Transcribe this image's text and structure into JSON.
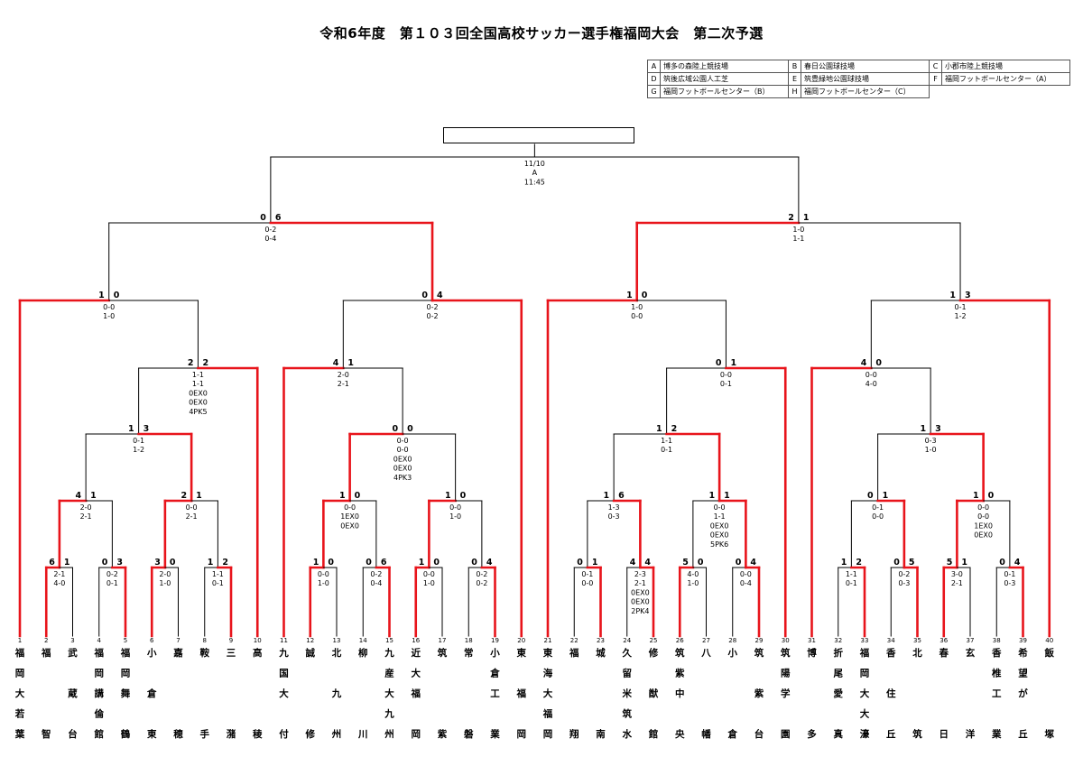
{
  "title": "令和6年度　第１０３回全国高校サッカー選手権福岡大会　第二次予選",
  "venues": [
    {
      "code": "A",
      "name": "博多の森陸上競技場"
    },
    {
      "code": "B",
      "name": "春日公園球技場"
    },
    {
      "code": "C",
      "name": "小郡市陸上競技場"
    },
    {
      "code": "D",
      "name": "筑後広域公園人工芝"
    },
    {
      "code": "E",
      "name": "筑豊緑地公園球技場"
    },
    {
      "code": "F",
      "name": "福岡フットボールセンター（A）"
    },
    {
      "code": "G",
      "name": "福岡フットボールセンター（B）"
    },
    {
      "code": "H",
      "name": "福岡フットボールセンター（C）"
    }
  ],
  "colors": {
    "win": "#e8141b",
    "line": "#000000"
  },
  "final_info": [
    "11/10",
    "A",
    "11:45"
  ],
  "teams": [
    {
      "n": "1",
      "name": [
        "福",
        "岡",
        "大",
        "若",
        "葉"
      ]
    },
    {
      "n": "2",
      "name": [
        "福",
        "",
        "",
        "",
        "智"
      ]
    },
    {
      "n": "3",
      "name": [
        "武",
        "",
        "蔵",
        "",
        "台"
      ]
    },
    {
      "n": "4",
      "name": [
        "福",
        "岡",
        "講",
        "倫",
        "館"
      ]
    },
    {
      "n": "5",
      "name": [
        "福",
        "岡",
        "舞",
        "",
        "鶴"
      ]
    },
    {
      "n": "6",
      "name": [
        "小",
        "",
        "倉",
        "",
        "東"
      ]
    },
    {
      "n": "7",
      "name": [
        "嘉",
        "",
        "",
        "",
        "穂"
      ]
    },
    {
      "n": "8",
      "name": [
        "鞍",
        "",
        "",
        "",
        "手"
      ]
    },
    {
      "n": "9",
      "name": [
        "三",
        "",
        "",
        "",
        "潴"
      ]
    },
    {
      "n": "10",
      "name": [
        "高",
        "",
        "",
        "",
        "稜"
      ]
    },
    {
      "n": "11",
      "name": [
        "九",
        "国",
        "大",
        "",
        "付"
      ]
    },
    {
      "n": "12",
      "name": [
        "誠",
        "",
        "",
        "",
        "修"
      ]
    },
    {
      "n": "13",
      "name": [
        "北",
        "",
        "九",
        "",
        "州"
      ]
    },
    {
      "n": "14",
      "name": [
        "柳",
        "",
        "",
        "",
        "川"
      ]
    },
    {
      "n": "15",
      "name": [
        "九",
        "産",
        "大",
        "九",
        "州"
      ]
    },
    {
      "n": "16",
      "name": [
        "近",
        "大",
        "福",
        "",
        "岡"
      ]
    },
    {
      "n": "17",
      "name": [
        "筑",
        "",
        "",
        "",
        "紫"
      ]
    },
    {
      "n": "18",
      "name": [
        "常",
        "",
        "",
        "",
        "磐"
      ]
    },
    {
      "n": "19",
      "name": [
        "小",
        "倉",
        "工",
        "",
        "業"
      ]
    },
    {
      "n": "20",
      "name": [
        "東",
        "",
        "福",
        "",
        "岡"
      ]
    },
    {
      "n": "21",
      "name": [
        "東",
        "海",
        "大",
        "福",
        "岡"
      ]
    },
    {
      "n": "22",
      "name": [
        "福",
        "",
        "",
        "",
        "翔"
      ]
    },
    {
      "n": "23",
      "name": [
        "城",
        "",
        "",
        "",
        "南"
      ]
    },
    {
      "n": "24",
      "name": [
        "久",
        "留",
        "米",
        "筑",
        "水"
      ]
    },
    {
      "n": "25",
      "name": [
        "修",
        "",
        "猷",
        "",
        "館"
      ]
    },
    {
      "n": "26",
      "name": [
        "筑",
        "紫",
        "中",
        "",
        "央"
      ]
    },
    {
      "n": "27",
      "name": [
        "八",
        "",
        "",
        "",
        "幡"
      ]
    },
    {
      "n": "28",
      "name": [
        "小",
        "",
        "",
        "",
        "倉"
      ]
    },
    {
      "n": "29",
      "name": [
        "筑",
        "",
        "紫",
        "",
        "台"
      ]
    },
    {
      "n": "30",
      "name": [
        "筑",
        "陽",
        "学",
        "",
        "園"
      ]
    },
    {
      "n": "31",
      "name": [
        "博",
        "",
        "",
        "",
        "多"
      ]
    },
    {
      "n": "32",
      "name": [
        "折",
        "尾",
        "愛",
        "",
        "真"
      ]
    },
    {
      "n": "33",
      "name": [
        "福",
        "岡",
        "大",
        "大",
        "濠"
      ]
    },
    {
      "n": "34",
      "name": [
        "香",
        "",
        "住",
        "",
        "丘"
      ]
    },
    {
      "n": "35",
      "name": [
        "北",
        "",
        "",
        "",
        "筑"
      ]
    },
    {
      "n": "36",
      "name": [
        "春",
        "",
        "",
        "",
        "日"
      ]
    },
    {
      "n": "37",
      "name": [
        "玄",
        "",
        "",
        "",
        "洋"
      ]
    },
    {
      "n": "38",
      "name": [
        "香",
        "椎",
        "工",
        "",
        "業"
      ]
    },
    {
      "n": "39",
      "name": [
        "希",
        "望",
        "が",
        "",
        "丘"
      ]
    },
    {
      "n": "40",
      "name": [
        "飯",
        "",
        "",
        "",
        "塚"
      ]
    }
  ],
  "matches": [
    {
      "id": "r1_2_3",
      "s": [
        "6",
        "1"
      ],
      "d": [
        "2-1",
        "4-0"
      ],
      "w": "L"
    },
    {
      "id": "r1_4_5",
      "s": [
        "0",
        "3"
      ],
      "d": [
        "0-2",
        "0-1"
      ],
      "w": "R"
    },
    {
      "id": "r1_6_7",
      "s": [
        "3",
        "0"
      ],
      "d": [
        "2-0",
        "1-0"
      ],
      "w": "L"
    },
    {
      "id": "r1_8_9",
      "s": [
        "1",
        "2"
      ],
      "d": [
        "1-1",
        "0-1"
      ],
      "w": "R"
    },
    {
      "id": "r1_12_13",
      "s": [
        "1",
        "0"
      ],
      "d": [
        "0-0",
        "1-0"
      ],
      "w": "L"
    },
    {
      "id": "r1_14_15",
      "s": [
        "0",
        "6"
      ],
      "d": [
        "0-2",
        "0-4"
      ],
      "w": "R"
    },
    {
      "id": "r1_16_17",
      "s": [
        "1",
        "0"
      ],
      "d": [
        "0-0",
        "1-0"
      ],
      "w": "L"
    },
    {
      "id": "r1_18_19",
      "s": [
        "0",
        "4"
      ],
      "d": [
        "0-2",
        "0-2"
      ],
      "w": "R"
    },
    {
      "id": "r1_22_23",
      "s": [
        "0",
        "1"
      ],
      "d": [
        "0-1",
        "0-0"
      ],
      "w": "R"
    },
    {
      "id": "r1_24_25",
      "s": [
        "4",
        "4"
      ],
      "d": [
        "2-3",
        "2-1",
        "0EX0",
        "0EX0",
        "2PK4"
      ],
      "w": "R"
    },
    {
      "id": "r1_26_27",
      "s": [
        "5",
        "0"
      ],
      "d": [
        "4-0",
        "1-0"
      ],
      "w": "L"
    },
    {
      "id": "r1_28_29",
      "s": [
        "0",
        "4"
      ],
      "d": [
        "0-0",
        "0-4"
      ],
      "w": "R"
    },
    {
      "id": "r1_32_33",
      "s": [
        "1",
        "2"
      ],
      "d": [
        "1-1",
        "0-1"
      ],
      "w": "R"
    },
    {
      "id": "r1_34_35",
      "s": [
        "0",
        "5"
      ],
      "d": [
        "0-2",
        "0-3"
      ],
      "w": "R"
    },
    {
      "id": "r1_36_37",
      "s": [
        "5",
        "1"
      ],
      "d": [
        "3-0",
        "2-1"
      ],
      "w": "L"
    },
    {
      "id": "r1_38_39",
      "s": [
        "0",
        "4"
      ],
      "d": [
        "0-1",
        "0-3"
      ],
      "w": "R"
    },
    {
      "id": "r2_a",
      "s": [
        "4",
        "1"
      ],
      "d": [
        "2-0",
        "2-1"
      ],
      "w": "L"
    },
    {
      "id": "r2_b",
      "s": [
        "2",
        "1"
      ],
      "d": [
        "0-0",
        "2-1"
      ],
      "w": "L"
    },
    {
      "id": "r2_c",
      "s": [
        "1",
        "0"
      ],
      "d": [
        "0-0",
        "1EX0",
        "0EX0"
      ],
      "w": "L"
    },
    {
      "id": "r2_d",
      "s": [
        "1",
        "0"
      ],
      "d": [
        "0-0",
        "1-0"
      ],
      "w": "L"
    },
    {
      "id": "r2_e",
      "s": [
        "1",
        "6"
      ],
      "d": [
        "1-3",
        "0-3"
      ],
      "w": "R"
    },
    {
      "id": "r2_f",
      "s": [
        "1",
        "1"
      ],
      "d": [
        "0-0",
        "1-1",
        "0EX0",
        "0EX0",
        "5PK6"
      ],
      "w": "R"
    },
    {
      "id": "r2_g",
      "s": [
        "0",
        "1"
      ],
      "d": [
        "0-1",
        "0-0"
      ],
      "w": "R"
    },
    {
      "id": "r2_h",
      "s": [
        "1",
        "0"
      ],
      "d": [
        "0-0",
        "0-0",
        "1EX0",
        "0EX0"
      ],
      "w": "L"
    },
    {
      "id": "r3_a",
      "s": [
        "1",
        "3"
      ],
      "d": [
        "0-1",
        "1-2"
      ],
      "w": "R"
    },
    {
      "id": "r3_b",
      "s": [
        "0",
        "0"
      ],
      "d": [
        "0-0",
        "0-0",
        "0EX0",
        "0EX0",
        "4PK3"
      ],
      "w": "L"
    },
    {
      "id": "r3_c",
      "s": [
        "1",
        "2"
      ],
      "d": [
        "1-1",
        "0-1"
      ],
      "w": "R"
    },
    {
      "id": "r3_d",
      "s": [
        "1",
        "3"
      ],
      "d": [
        "0-3",
        "1-0"
      ],
      "w": "R"
    },
    {
      "id": "r4_a",
      "s": [
        "2",
        "2"
      ],
      "d": [
        "1-1",
        "1-1",
        "0EX0",
        "0EX0",
        "4PK5"
      ],
      "w": "R"
    },
    {
      "id": "r4_b",
      "s": [
        "4",
        "1"
      ],
      "d": [
        "2-0",
        "2-1"
      ],
      "w": "L"
    },
    {
      "id": "r4_c",
      "s": [
        "0",
        "1"
      ],
      "d": [
        "0-0",
        "0-1"
      ],
      "w": "R"
    },
    {
      "id": "r4_d",
      "s": [
        "4",
        "0"
      ],
      "d": [
        "0-0",
        "4-0"
      ],
      "w": "L"
    },
    {
      "id": "qf_a",
      "s": [
        "1",
        "0"
      ],
      "d": [
        "0-0",
        "1-0"
      ],
      "w": "L"
    },
    {
      "id": "qf_b",
      "s": [
        "0",
        "4"
      ],
      "d": [
        "0-2",
        "0-2"
      ],
      "w": "R"
    },
    {
      "id": "qf_c",
      "s": [
        "1",
        "0"
      ],
      "d": [
        "1-0",
        "0-0"
      ],
      "w": "L"
    },
    {
      "id": "qf_d",
      "s": [
        "1",
        "3"
      ],
      "d": [
        "0-1",
        "1-2"
      ],
      "w": "R"
    },
    {
      "id": "sf_a",
      "s": [
        "0",
        "6"
      ],
      "d": [
        "0-2",
        "0-4"
      ],
      "w": "R"
    },
    {
      "id": "sf_b",
      "s": [
        "2",
        "1"
      ],
      "d": [
        "1-0",
        "1-1"
      ],
      "w": "L"
    },
    {
      "id": "final",
      "s": [
        "",
        ""
      ],
      "d": [],
      "w": ""
    }
  ]
}
